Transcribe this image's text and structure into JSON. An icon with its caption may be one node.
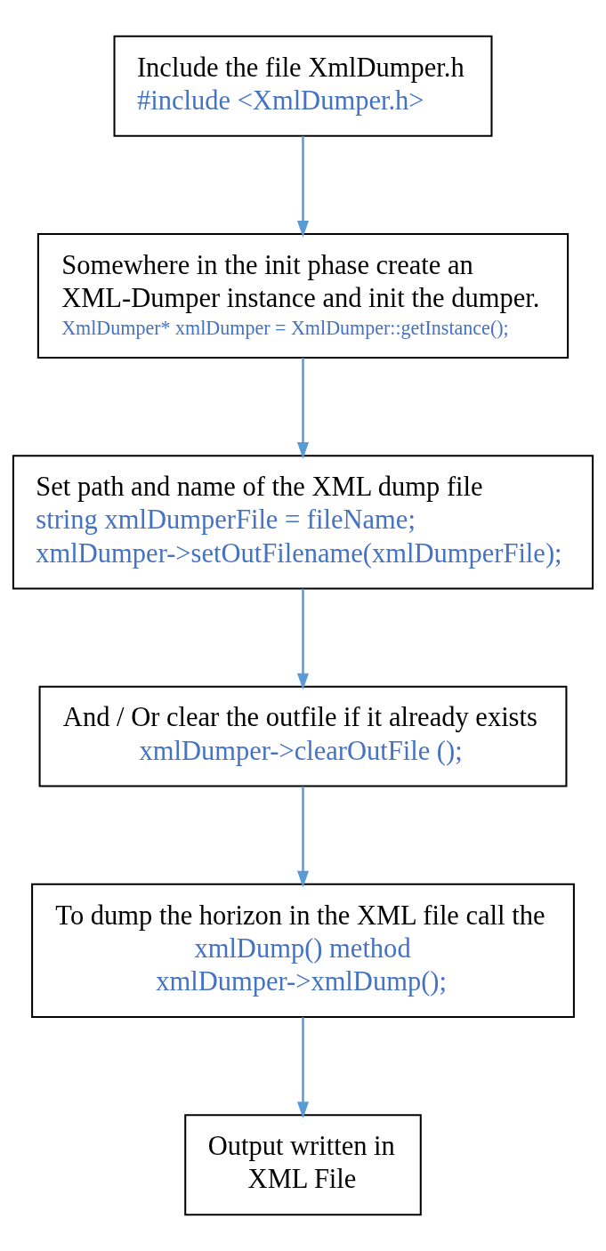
{
  "diagram": {
    "nodes": [
      {
        "text": [
          "Include the file XmlDumper.h",
          "#include <XmlDumper.h>"
        ]
      },
      {
        "text": [
          "Somewhere in the init phase create an XML-Dumper instance and init the dumper.",
          "XmlDumper* xmlDumper = XmlDumper::getInstance();"
        ]
      },
      {
        "text": [
          "Set path and name of the XML dump file",
          "string xmlDumperFile = fileName;",
          "xmlDumper->setOutFilename(xmlDumperFile);"
        ]
      },
      {
        "text": [
          "And / Or clear the outfile if it already exists",
          "xmlDumper->clearOutFile ();"
        ]
      },
      {
        "text": [
          "To dump the horizon in the XML file call the",
          "xmlDump() method",
          "xmlDumper->xmlDump();"
        ]
      },
      {
        "text": [
          "Output written in XML File"
        ]
      }
    ],
    "edges": [
      {
        "from": 0,
        "to": 1,
        "arrow": "to"
      },
      {
        "from": 1,
        "to": 2,
        "arrow": "to"
      },
      {
        "from": 2,
        "to": 3,
        "arrow": "to"
      },
      {
        "from": 3,
        "to": 4,
        "arrow": "to"
      },
      {
        "from": 4,
        "to": 5,
        "arrow": "to"
      }
    ]
  }
}
